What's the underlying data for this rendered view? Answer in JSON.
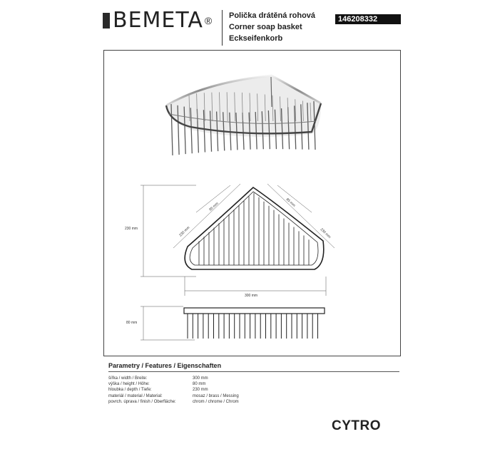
{
  "brand": {
    "name": "BEMETA",
    "registered": "®"
  },
  "titles": [
    "Polička drátěná rohová",
    "Corner soap basket",
    "Eckseifenkorb"
  ],
  "product_code": "146208332",
  "dimensions": {
    "height_label": "230 mm",
    "diag_left": "230 mm",
    "diag_right": "230 mm",
    "inner_left": "85 mm",
    "inner_right": "85 mm",
    "width_label": "300 mm",
    "depth_label": "80 mm"
  },
  "parameters": {
    "title": "Parametry / Features / Eigenschaften",
    "rows": [
      {
        "label": "šířka / width / Breite:",
        "value": "300 mm"
      },
      {
        "label": "výška / height / Höhe:",
        "value": "80 mm"
      },
      {
        "label": "hloubka / depth / Tiefe:",
        "value": "230 mm"
      },
      {
        "label": "materiál / material / Material:",
        "value": "mosaz / brass / Messing"
      },
      {
        "label": "povrch. úprava / finish / Oberfläche:",
        "value": "chrom / chrome / Chrom"
      }
    ]
  },
  "series": "CYTRO"
}
